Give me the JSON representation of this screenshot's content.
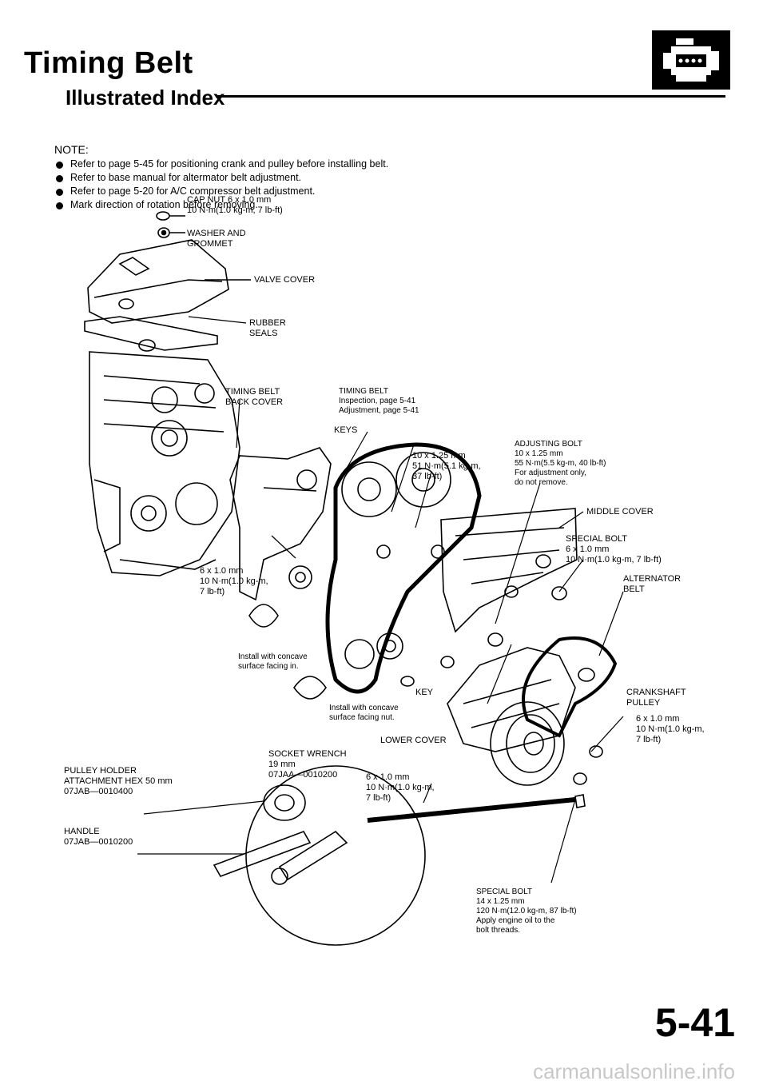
{
  "header": {
    "title": "Timing Belt",
    "subtitle": "Illustrated Index"
  },
  "notes": {
    "heading": "NOTE:",
    "items": [
      "Refer to page 5-45 for positioning crank and pulley before installing belt.",
      "Refer to base manual for altermator belt adjustment.",
      "Refer to page 5-20 for A/C compressor belt adjustment.",
      "Mark direction of rotation before removing."
    ]
  },
  "labels": {
    "cap_nut": "CAP NUT 6 x 1.0 mm\n10 N·m(1.0 kg-m, 7 lb-ft)",
    "washer": "WASHER AND\nGROMMET",
    "valve_cover": "VALVE COVER",
    "rubber_seals": "RUBBER\nSEALS",
    "back_cover": "TIMING BELT\nBACK COVER",
    "timing_belt": "TIMING BELT\nInspection, page 5-41\nAdjustment, page 5-41",
    "keys": "KEYS",
    "bolt_10": "10 x 1.25 mm\n51 N·m(5.1 kg-m,\n37 lb-ft)",
    "adjusting_bolt": "ADJUSTING BOLT\n10 x 1.25 mm\n55 N·m(5.5 kg-m, 40 lb-ft)\nFor adjustment only,\ndo not remove.",
    "middle_cover": "MIDDLE COVER",
    "special_bolt_small": "SPECIAL BOLT\n6 x 1.0 mm\n10 N·m(1.0 kg-m, 7 lb-ft)",
    "bolt_6_left": "6 x 1.0 mm\n10 N·m(1.0 kg-m,\n7 lb-ft)",
    "alternator_belt": "ALTERNATOR\nBELT",
    "install_in": "Install with concave\nsurface facing in.",
    "install_nut": "Install with concave\nsurface facing nut.",
    "key": "KEY",
    "crankshaft_pulley": "CRANKSHAFT\nPULLEY",
    "bolt_6_right": "6 x 1.0 mm\n10 N·m(1.0 kg-m,\n7 lb-ft)",
    "lower_cover": "LOWER COVER",
    "socket_wrench": "SOCKET WRENCH\n19 mm\n07JAA—0010200",
    "pulley_holder": "PULLEY HOLDER\nATTACHMENT HEX 50 mm\n07JAB—0010400",
    "bolt_6_bottom": "6 x 1.0 mm\n10 N·m(1.0 kg-m,\n7 lb-ft)",
    "handle": "HANDLE\n07JAB—0010200",
    "special_bolt_large": "SPECIAL BOLT\n14 x 1.25 mm\n120 N·m(12.0 kg-m, 87 lb-ft)\nApply engine oil to the\nbolt threads."
  },
  "footer": {
    "page_number": "5-41",
    "watermark": "carmanualsonline.info"
  }
}
